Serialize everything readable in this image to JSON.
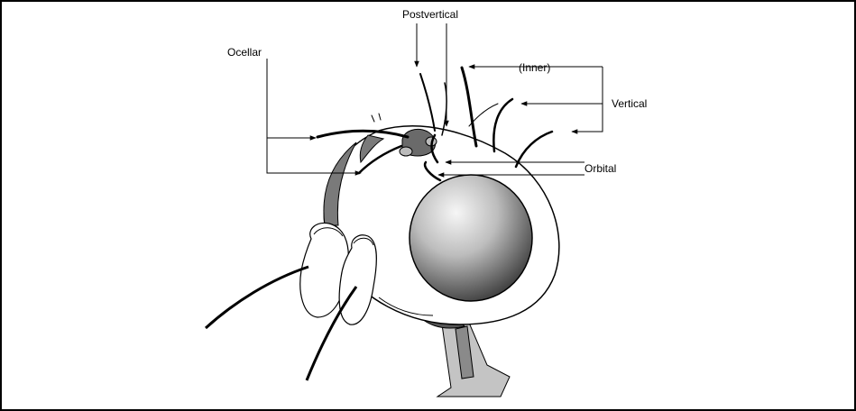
{
  "labels": {
    "ocellar": "Ocellar",
    "postvertical": "Postvertical",
    "inner": "(Inner)",
    "vertical": "Vertical",
    "orbital": "Orbital"
  },
  "colors": {
    "line": "#000000",
    "thorax_gray": "#7a7a7a",
    "leg_gray": "#c4c4c4",
    "eye_light": "#f4f4f4",
    "eye_dark": "#3a3a3a"
  }
}
